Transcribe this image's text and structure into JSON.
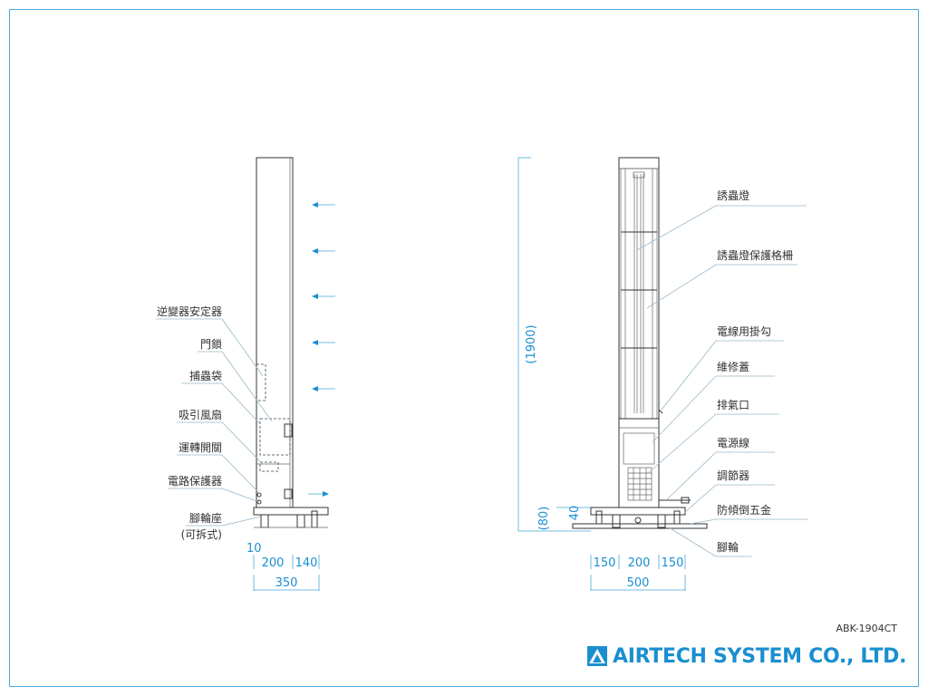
{
  "colors": {
    "accent": "#1a8fd0",
    "frame": "#49a9d8",
    "line": "#333333"
  },
  "side_view": {
    "labels": [
      "逆變器安定器",
      "門鎖",
      "捕蟲袋",
      "吸引風扇",
      "運轉開關",
      "電路保護器",
      "腳輪座",
      "(可拆式)"
    ],
    "dims": {
      "gap": "10",
      "w1": "200",
      "w2": "140",
      "total": "350"
    }
  },
  "front_view": {
    "labels": [
      "誘蟲燈",
      "誘蟲燈保護格柵",
      "電線用掛勾",
      "維修蓋",
      "排氣口",
      "電源線",
      "調節器",
      "防傾倒五金",
      "腳輪"
    ],
    "dims": {
      "height": "(1900)",
      "base_height": "(80)",
      "base_gap": "40",
      "w1": "150",
      "w2": "200",
      "w3": "150",
      "total": "500"
    }
  },
  "model": "ABK-1904CT",
  "brand": {
    "name": "AIRTECH SYSTEM CO., LTD.",
    "icon": "airtech-triangle-logo-icon"
  }
}
